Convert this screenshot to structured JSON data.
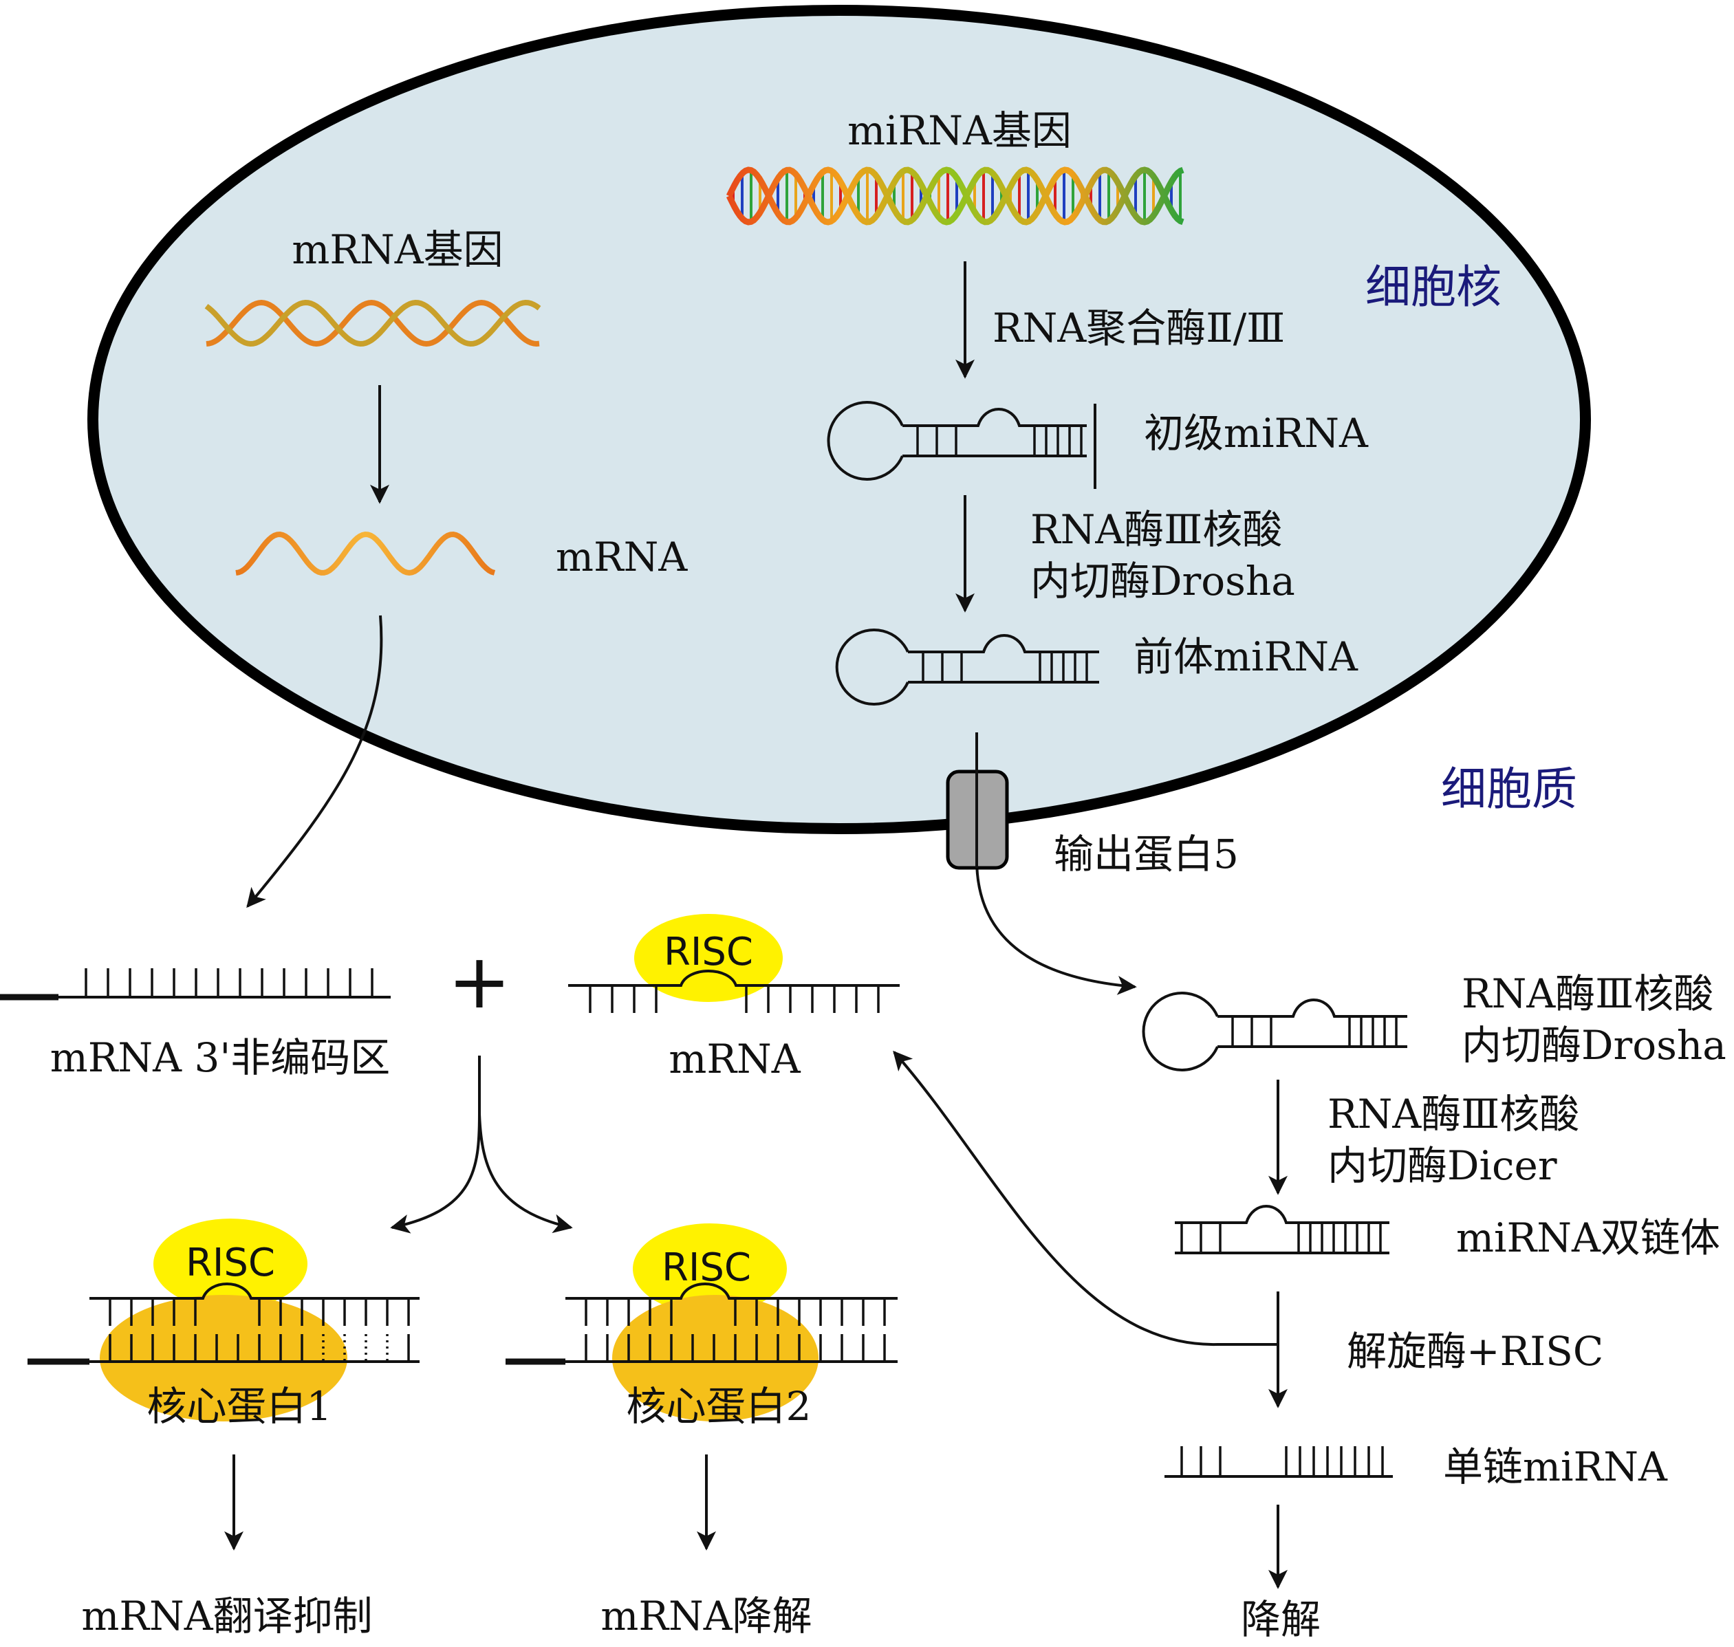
{
  "labels": {
    "mirna_gene": "miRNA基因",
    "mrna_gene": "mRNA基因",
    "nucleus": "细胞核",
    "cytoplasm": "细胞质",
    "pol": "RNA聚合酶Ⅱ/Ⅲ",
    "pri_mirna": "初级miRNA",
    "drosha_1a": "RNA酶Ⅲ核酸",
    "drosha_1b": "内切酶Drosha",
    "pre_mirna": "前体miRNA",
    "mrna_nuc": "mRNA",
    "exportin": "输出蛋白5",
    "mrna_utr": "mRNA 3'非编码区",
    "plus": "+",
    "risc_top": "RISC",
    "mrna_mid": "mRNA",
    "drosha_2a": "RNA酶Ⅲ核酸",
    "drosha_2b": "内切酶Drosha",
    "dicer_a": "RNA酶Ⅲ核酸",
    "dicer_b": "内切酶Dicer",
    "duplex": "miRNA双链体",
    "helicase": "解旋酶+RISC",
    "single": "单链miRNA",
    "risc_left": "RISC",
    "core1": "核心蛋白1",
    "risc_right": "RISC",
    "core2": "核心蛋白2",
    "out_repress": "mRNA翻译抑制",
    "out_degrade": "mRNA降解",
    "out_degrade2": "降解"
  },
  "colors": {
    "nucleus_fill": "#d8e6ec",
    "risc_yellow": "#fff200",
    "core_orange": "#f5c01a",
    "zone_text": "#1a1a7a",
    "exportin_fill": "#a6a6a6"
  },
  "icons": [
    "dna-helix-icon",
    "rna-wave-icon",
    "hairpin-icon",
    "exportin-channel-icon"
  ]
}
